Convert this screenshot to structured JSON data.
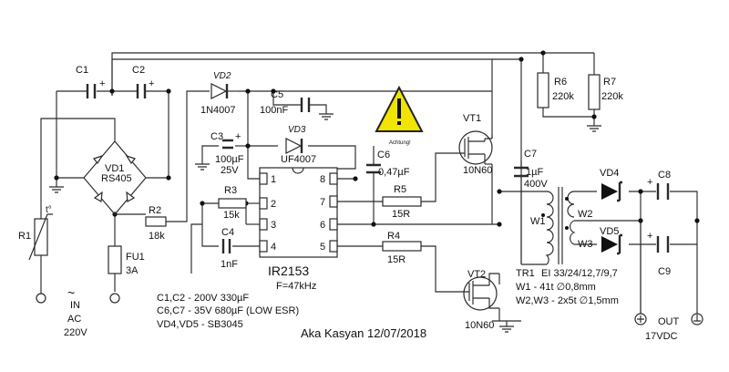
{
  "labels": {
    "c1": "C1",
    "c2": "C2",
    "vd2": "VD2",
    "vd2_part": "1N4007",
    "c5": "C5",
    "c5_val": "100nF",
    "vd3": "VD3",
    "vd3_part": "UF4007",
    "c3": "C3",
    "c3_val": "100µF",
    "c3_volt": "25V",
    "c6": "C6",
    "c6_val": "0,47µF",
    "vt1": "VT1",
    "vt1_part": "10N60",
    "vt2": "VT2",
    "vt2_part": "10N60",
    "r6": "R6",
    "r6_val": "220k",
    "r7": "R7",
    "r7_val": "220k",
    "c7": "C7",
    "c7_val": "1µF",
    "c7_volt": "400V",
    "vd1": "VD1",
    "vd1_part": "RS405",
    "r1": "R1",
    "r1_t": "t°",
    "r2": "R2",
    "r2_val": "18k",
    "r3": "R3",
    "r3_val": "15k",
    "c4": "C4",
    "c4_val": "1nF",
    "r5": "R5",
    "r5_val": "15R",
    "r4": "R4",
    "r4_val": "15R",
    "fu1": "FU1",
    "fu1_val": "3A",
    "ic_name": "IR2153",
    "ic_freq": "F=47kHz",
    "pins": [
      "1",
      "2",
      "3",
      "4",
      "5",
      "6",
      "7",
      "8"
    ],
    "w1": "W1",
    "w2": "W2",
    "w3": "W3",
    "vd4": "VD4",
    "vd5": "VD5",
    "c8": "C8",
    "c9": "C9",
    "tr1": "TR1",
    "warning_text": "Achtung!",
    "input_tilde": "~",
    "input_in": "IN",
    "input_ac": "AC",
    "input_v": "220V",
    "output_plus": "+",
    "output_label": "OUT",
    "output_v": "17VDC",
    "pol_plus": "+"
  },
  "notes": [
    "C1,C2 - 200V 330µF",
    "C6,C7 - 35V 680µF (LOW ESR)",
    "VD4,VD5 - SB3045"
  ],
  "transformer_spec": [
    "EI 33/24/12,7/9,7",
    "W1 - 41t ∅0,8mm",
    "W2,W3 - 2x5t ∅1,5mm"
  ],
  "author": "Aka Kasyan 12/07/2018"
}
